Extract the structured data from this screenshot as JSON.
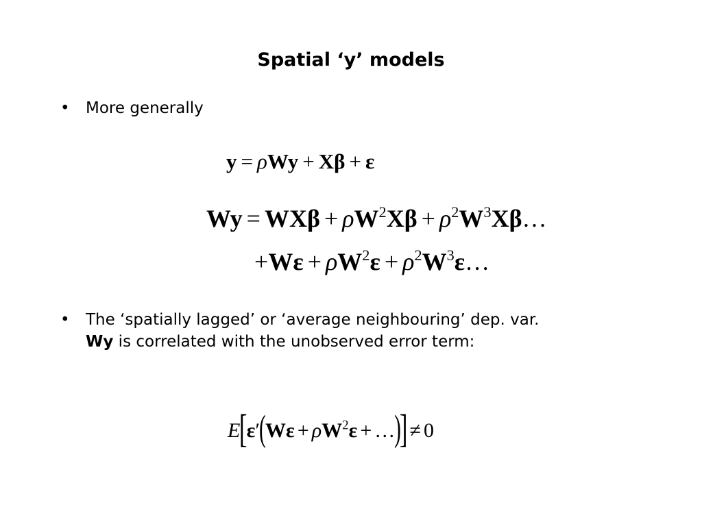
{
  "slide": {
    "title": "Spatial ‘y’ models",
    "bullets": [
      {
        "symbol": "•",
        "text": "More generally"
      },
      {
        "symbol": "•",
        "line1": "The ‘spatially lagged’ or ‘average neighbouring’ dep. var.",
        "line2_bold": "Wy",
        "line2_rest": " is correlated with the unobserved error term:"
      }
    ],
    "equations": {
      "model": "y = ρWy + Xβ + ε",
      "expansion_line1": "Wy = WXβ + ρW²Xβ + ρ²W³Xβ…",
      "expansion_line2": "+Wε + ρW²ε + ρ²W³ε…",
      "expectation": "E[ε′(Wε + ρW²ε + …)] ≠ 0"
    }
  }
}
